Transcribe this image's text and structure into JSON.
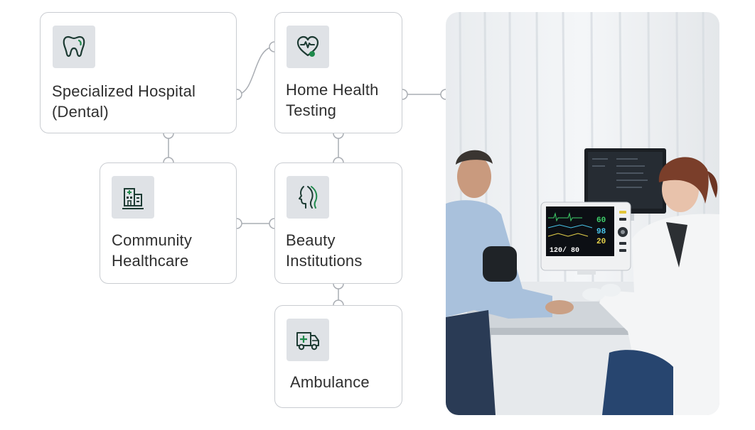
{
  "cards": {
    "dental": {
      "label": "Specialized Hospital\n(Dental)",
      "icon": "tooth-icon"
    },
    "home": {
      "label": "Home Health\nTesting",
      "icon": "heart-pulse-icon"
    },
    "community": {
      "label": "Community\nHealthcare",
      "icon": "building-icon"
    },
    "beauty": {
      "label": "Beauty\nInstitutions",
      "icon": "face-profile-icon"
    },
    "ambulance": {
      "label": "Ambulance",
      "icon": "ambulance-icon"
    }
  },
  "monitor": {
    "hr": "60",
    "spo2": "98",
    "resp": "20",
    "nibp": "120/ 80"
  },
  "colors": {
    "accent": "#1f8a4c",
    "icon_dark": "#1d3b33",
    "tile_bg": "#dfe2e6",
    "border": "#c9ccd1"
  }
}
